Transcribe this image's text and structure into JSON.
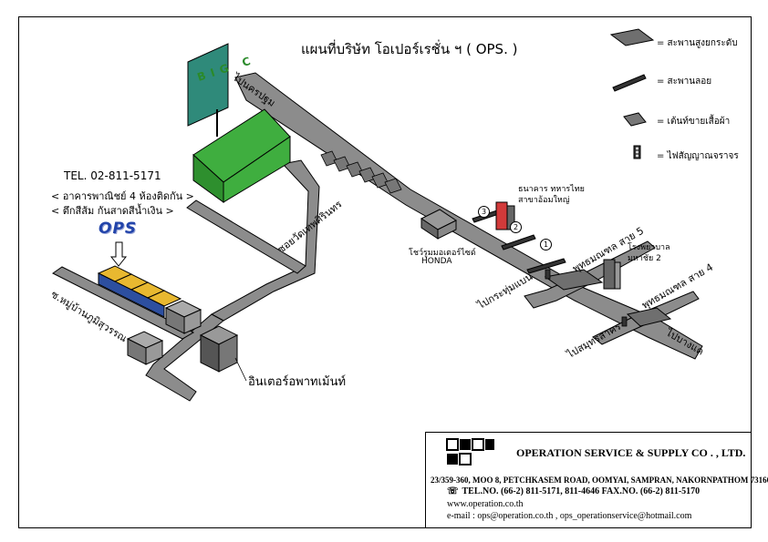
{
  "title": "แผนที่บริษัท โอเปอร์เรชั่น ฯ ( OPS. )",
  "legend": {
    "overpass": "= สะพานสูงยกระดับ",
    "footbridge": "= สะพานลอย",
    "tent": "= เต้นท์ขายเสื้อผ้า",
    "traffic_light": "= ไฟสัญญาณจราจร"
  },
  "signs": {
    "big_c": "BIG C"
  },
  "roads": {
    "to_nakhon_pathom": "ไปนครปฐม",
    "soi_wat": "ซอยวัดเทพศิรินทร",
    "to_krathum_baen": "ไปกระทุ่มแบน",
    "phutthamonthon_5": "พุทธมณฑล สาย 5",
    "phutthamonthon_4": "พุทธมณฑล สาย 4",
    "to_bang_khae": "ไปบางแค",
    "to_samut_sakhon": "ไปสมุทรสาคร",
    "village": "ซ.หมู่บ้านภูมิสุวรรณ"
  },
  "places": {
    "bank_line1": "ธนาคาร ทหารไทย",
    "bank_line2": "สาขาอ้อมใหญ่",
    "hospital_line1": "โรงพยาบาล",
    "hospital_line2": "มหาชัย 2",
    "honda_line1": "โชว์รูมมอเตอร์ไซด์",
    "honda_line2": "HONDA",
    "inter_apartment": "อินเตอร์อพาทเม้นท์"
  },
  "markers": [
    "1",
    "2",
    "3"
  ],
  "ops_info": {
    "tel": "TEL. 02-811-5171",
    "building": "< อาคารพาณิชย์ 4 ห้องติดกัน >",
    "color_desc": "<   ตึกสีส้ม กันสาดสีน้ำเงิน  >",
    "logo": "OPS"
  },
  "company": {
    "name": "OPERATION SERVICE & SUPPLY CO . , LTD.",
    "address": "23/359-360, MOO 8, PETCHKASEM ROAD, OOMYAI, SAMPRAN, NAKORNPATHOM 73160",
    "phone_icon": "☏",
    "tel_fax": "TEL.NO. (66-2) 811-5171, 811-4646 FAX.NO. (66-2) 811-5170",
    "web": "www.operation.co.th",
    "email": "e-mail : ops@operation.co.th , ops_operationservice@hotmail.com"
  },
  "colors": {
    "road_fill": "#8c8c8c",
    "road_stroke": "#000000",
    "big_c_sign": "#2f8a7a",
    "store_roof": "#3fae3f",
    "ops_building": "#e8b830",
    "ops_logo": "#2244aa",
    "bank_red": "#d23a3a"
  }
}
